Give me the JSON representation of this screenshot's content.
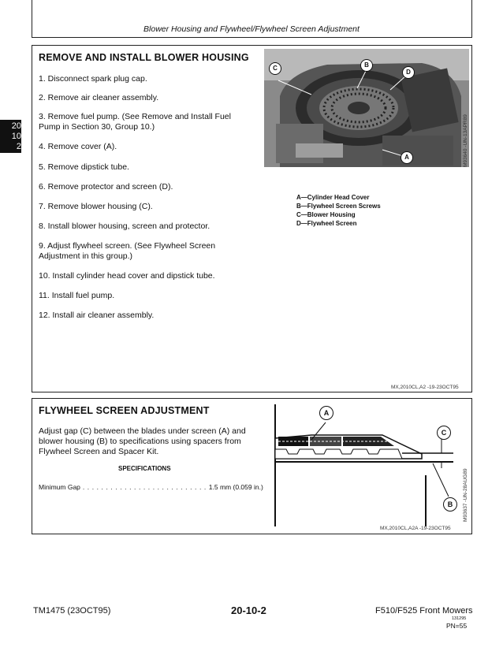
{
  "header": {
    "title": "Blower Housing and Flywheel/Flywheel Screen Adjustment"
  },
  "side_tab": {
    "lines": [
      "20",
      "10",
      "2"
    ]
  },
  "section1": {
    "title": "REMOVE AND INSTALL BLOWER HOUSING",
    "steps": [
      "1. Disconnect spark plug cap.",
      "2. Remove air cleaner assembly.",
      "3. Remove fuel pump. (See Remove and Install Fuel",
      "Pump in Section 30, Group 10.)",
      "4. Remove cover (A).",
      "5. Remove dipstick tube.",
      "6. Remove protector and screen (D).",
      "7. Remove blower housing (C).",
      "8. Install blower housing, screen and protector.",
      "9. Adjust flywheel screen. (See Flywheel Screen",
      "Adjustment in this group.)",
      "10. Install cylinder head cover and dipstick tube.",
      "11. Install fuel pump.",
      "12. Install air cleaner assembly."
    ],
    "legend": [
      "A—Cylinder Head Cover",
      "B—Flywheel Screen Screws",
      "C—Blower Housing",
      "D—Flywheel Screen"
    ],
    "photo_callouts": [
      "A",
      "B",
      "C",
      "D"
    ],
    "photo_side_text": "M93640 -UN-13APR89",
    "stamp": "MX,2010CL,A2    -19-23OCT95"
  },
  "section2": {
    "title": "FLYWHEEL SCREEN ADJUSTMENT",
    "body": [
      "Adjust gap (C) between the blades under screen (A) and",
      "blower housing (B) to specifications using spacers from",
      "Flywheel Screen and Spacer Kit."
    ],
    "spec_heading": "SPECIFICATIONS",
    "spec_label": "Minimum Gap",
    "spec_dots": " . . . . . . . . . . . . . . . . . . . . . . . . . . . ",
    "spec_value": "1.5 mm (0.059 in.)",
    "diagram_callouts": [
      "A",
      "C",
      "B"
    ],
    "diagram_side_text": "M93637 -UN-28AUG89",
    "stamp": "MX,2010CL,A2A  -19-23OCT95"
  },
  "footer": {
    "left": "TM1475 (23OCT95)",
    "center": "20-10-2",
    "right": "F510/F525 Front Mowers",
    "small": "131295",
    "page": "PN=55"
  }
}
